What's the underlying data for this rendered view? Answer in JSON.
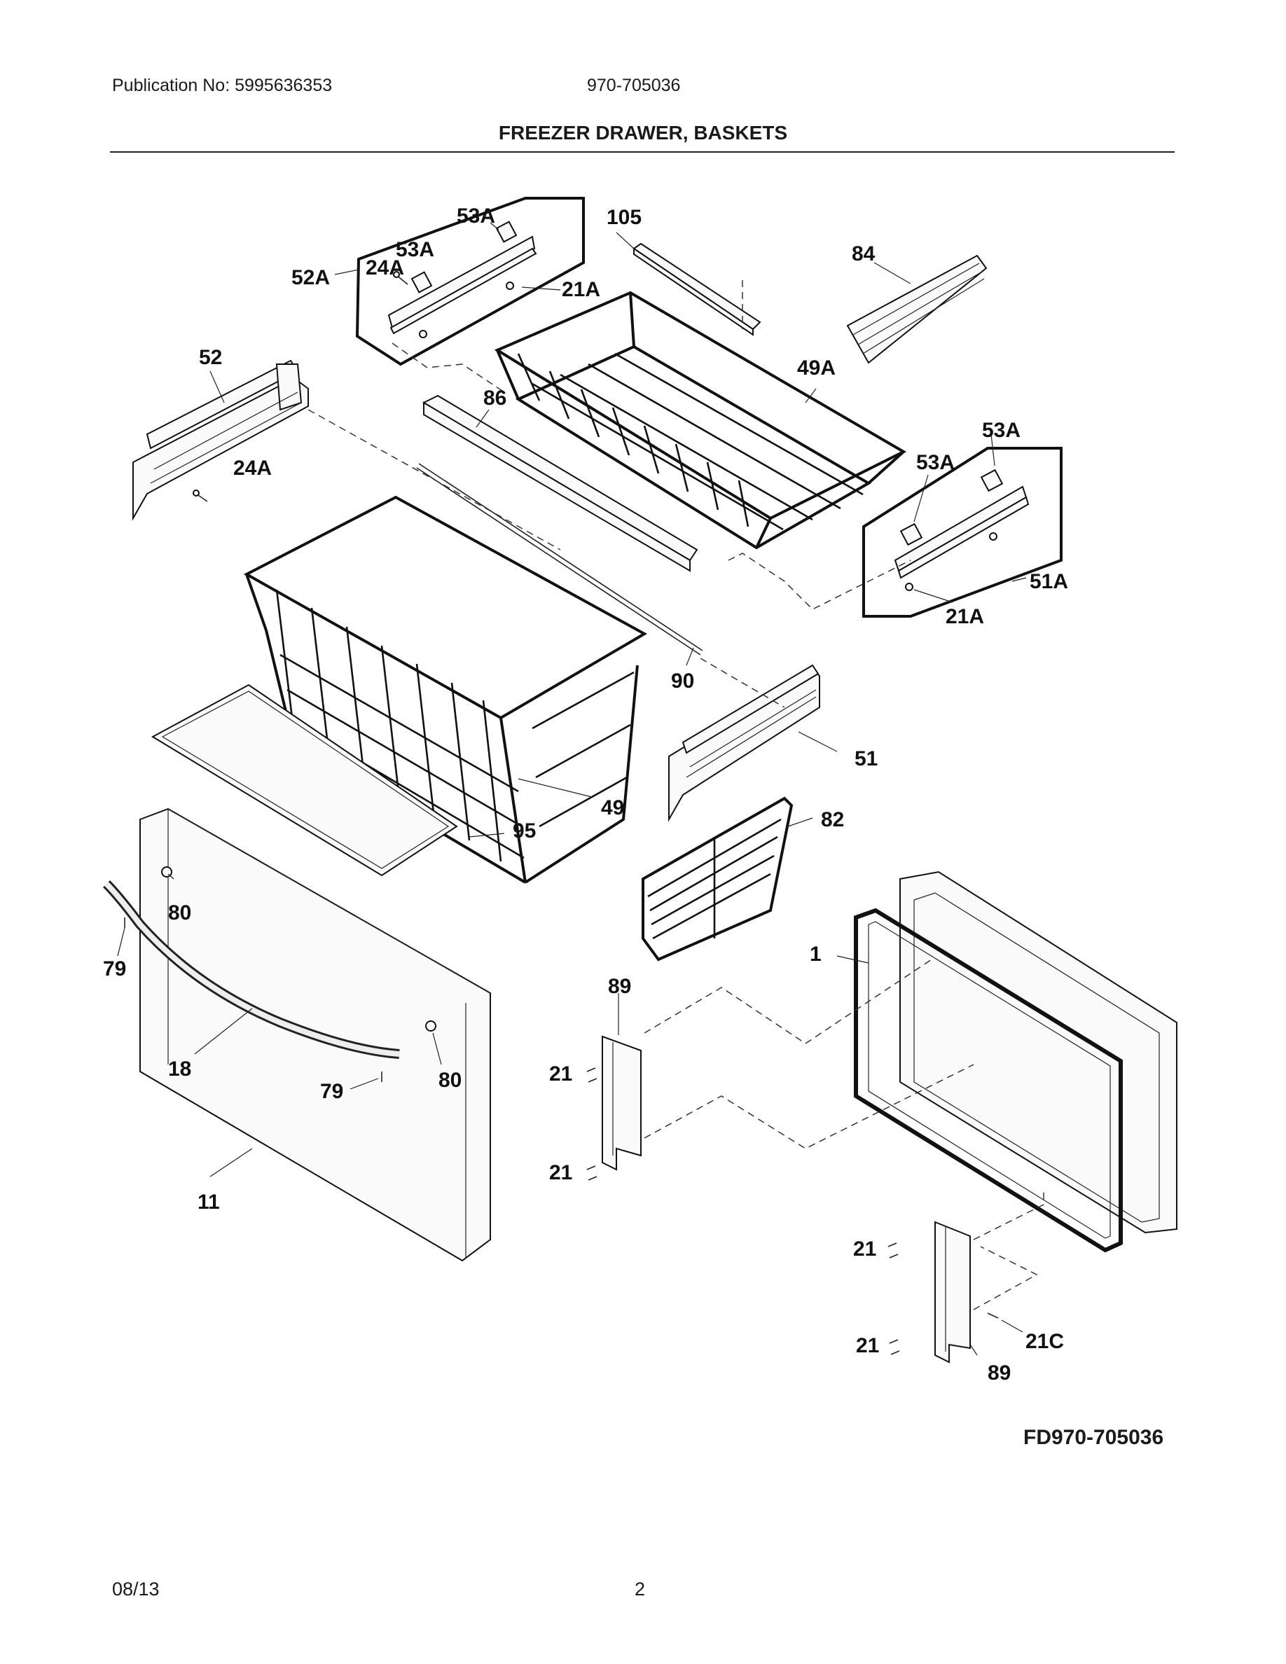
{
  "header": {
    "publication": "Publication No: 5995636353",
    "model": "970-705036"
  },
  "title": "FREEZER DRAWER, BASKETS",
  "diagram_code": "FD970-705036",
  "footer": {
    "date": "08/13",
    "page": "2"
  },
  "callouts": [
    {
      "id": "c1",
      "text": "53A"
    },
    {
      "id": "c2",
      "text": "105"
    },
    {
      "id": "c3",
      "text": "53A"
    },
    {
      "id": "c4",
      "text": "24A"
    },
    {
      "id": "c5",
      "text": "52A"
    },
    {
      "id": "c6",
      "text": "21A"
    },
    {
      "id": "c7",
      "text": "84"
    },
    {
      "id": "c8",
      "text": "52"
    },
    {
      "id": "c9",
      "text": "86"
    },
    {
      "id": "c10",
      "text": "49A"
    },
    {
      "id": "c11",
      "text": "24A"
    },
    {
      "id": "c12",
      "text": "53A"
    },
    {
      "id": "c13",
      "text": "53A"
    },
    {
      "id": "c14",
      "text": "51A"
    },
    {
      "id": "c15",
      "text": "21A"
    },
    {
      "id": "c16",
      "text": "90"
    },
    {
      "id": "c17",
      "text": "51"
    },
    {
      "id": "c18",
      "text": "49"
    },
    {
      "id": "c19",
      "text": "95"
    },
    {
      "id": "c20",
      "text": "82"
    },
    {
      "id": "c21",
      "text": "80"
    },
    {
      "id": "c22",
      "text": "79"
    },
    {
      "id": "c23",
      "text": "1"
    },
    {
      "id": "c24",
      "text": "89"
    },
    {
      "id": "c25",
      "text": "18"
    },
    {
      "id": "c26",
      "text": "79"
    },
    {
      "id": "c27",
      "text": "80"
    },
    {
      "id": "c28",
      "text": "21"
    },
    {
      "id": "c29",
      "text": "21"
    },
    {
      "id": "c30",
      "text": "11"
    },
    {
      "id": "c31",
      "text": "21"
    },
    {
      "id": "c32",
      "text": "21C"
    },
    {
      "id": "c33",
      "text": "21"
    },
    {
      "id": "c34",
      "text": "89"
    }
  ]
}
